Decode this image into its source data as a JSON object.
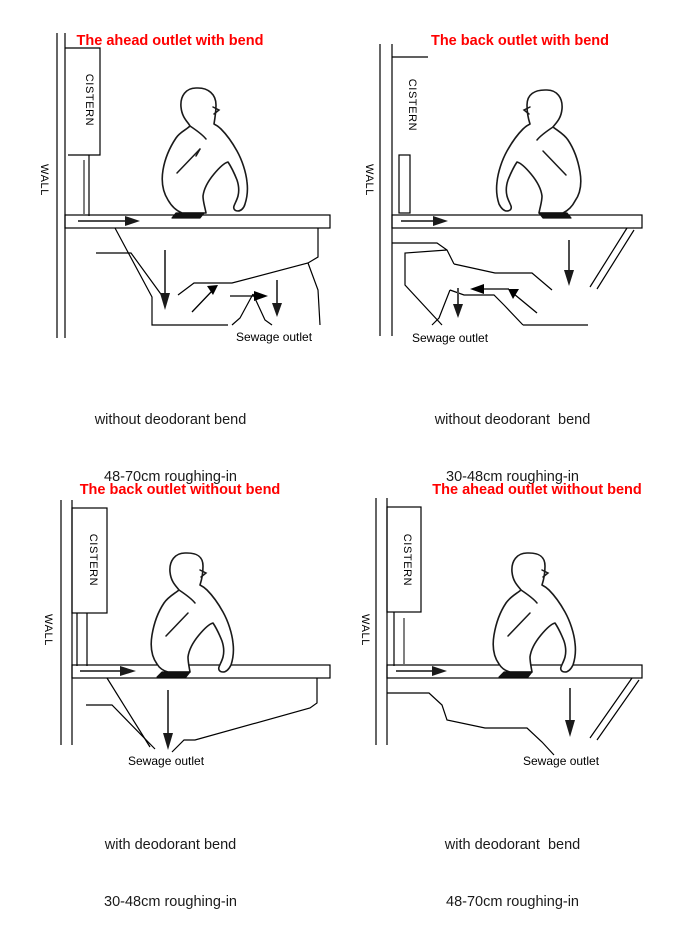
{
  "document": {
    "kind": "technical-diagram",
    "subject": "Squat toilet pan installation variants",
    "background_color": "#ffffff",
    "title_color": "#ff0000",
    "line_color": "#000000"
  },
  "panels": [
    {
      "id": "ahead-outlet-with-bend",
      "position": "top-left",
      "title": "The ahead outlet with bend",
      "labels": {
        "wall": "WALL",
        "cistern": "CISTERN",
        "sewage_outlet": "Sewage outlet"
      },
      "caption_line1": "without deodorant bend",
      "caption_line2": "48-70cm roughing-in",
      "features": {
        "has_trap_bend": false,
        "outlet_direction": "ahead",
        "cistern_style": "open-rectangle",
        "roughing_in_min_cm": 48,
        "roughing_in_max_cm": 70
      }
    },
    {
      "id": "back-outlet-with-bend",
      "position": "top-right",
      "title": "The back outlet with bend",
      "labels": {
        "wall": "WALL",
        "cistern": "CISTERN",
        "sewage_outlet": "Sewage outlet"
      },
      "caption_line1": "without deodorant  bend",
      "caption_line2": "30-48cm roughing-in",
      "features": {
        "has_trap_bend": false,
        "outlet_direction": "back",
        "cistern_style": "narrow-bar",
        "roughing_in_min_cm": 30,
        "roughing_in_max_cm": 48
      }
    },
    {
      "id": "back-outlet-without-bend",
      "position": "bottom-left",
      "title": "The back outlet without bend",
      "labels": {
        "wall": "WALL",
        "cistern": "CISTERN",
        "sewage_outlet": "Sewage outlet"
      },
      "caption_line1": "with deodorant bend",
      "caption_line2": "30-48cm roughing-in",
      "features": {
        "has_trap_bend": true,
        "outlet_direction": "back",
        "cistern_style": "closed-rectangle",
        "roughing_in_min_cm": 30,
        "roughing_in_max_cm": 48
      }
    },
    {
      "id": "ahead-outlet-without-bend",
      "position": "bottom-right",
      "title": "The ahead outlet without bend",
      "labels": {
        "wall": "WALL",
        "cistern": "CISTERN",
        "sewage_outlet": "Sewage outlet"
      },
      "caption_line1": "with deodorant  bend",
      "caption_line2": "48-70cm roughing-in",
      "features": {
        "has_trap_bend": true,
        "outlet_direction": "ahead",
        "cistern_style": "closed-rectangle",
        "roughing_in_min_cm": 48,
        "roughing_in_max_cm": 70
      }
    }
  ]
}
